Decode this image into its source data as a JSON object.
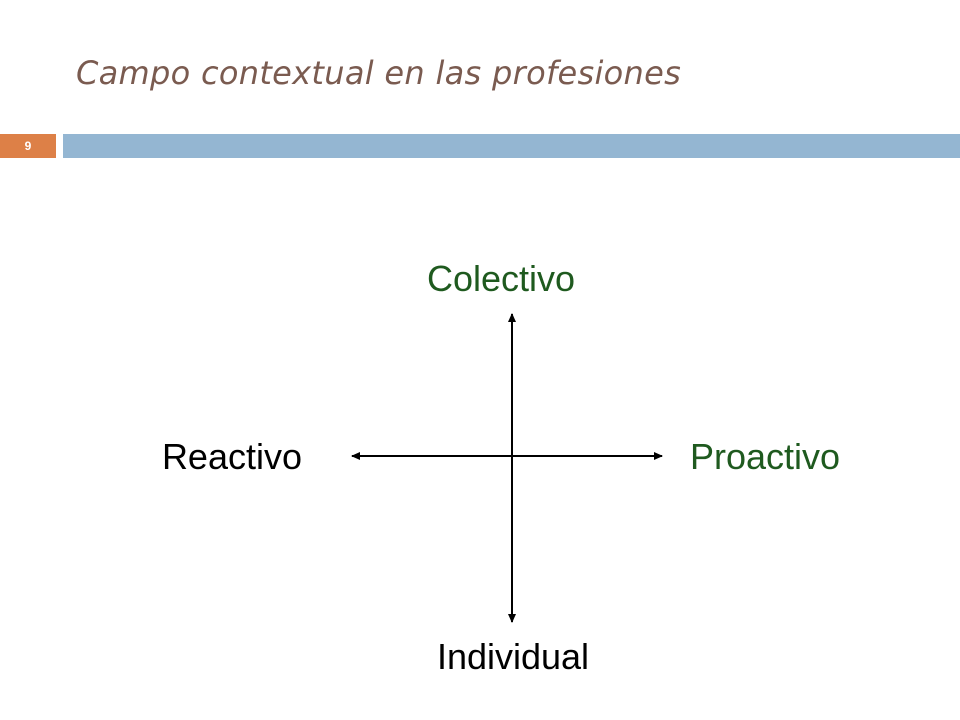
{
  "slide": {
    "title": "Campo contextual en las profesiones",
    "number": "9"
  },
  "diagram": {
    "top_label": "Colectivo",
    "bottom_label": "Individual",
    "left_label": "Reactivo",
    "right_label": "Proactivo"
  },
  "colors": {
    "title": "#7a5b50",
    "accent_orange": "#dd8047",
    "accent_blue": "#94b6d2",
    "label_green": "#1f5a1f",
    "label_black": "#000000"
  }
}
